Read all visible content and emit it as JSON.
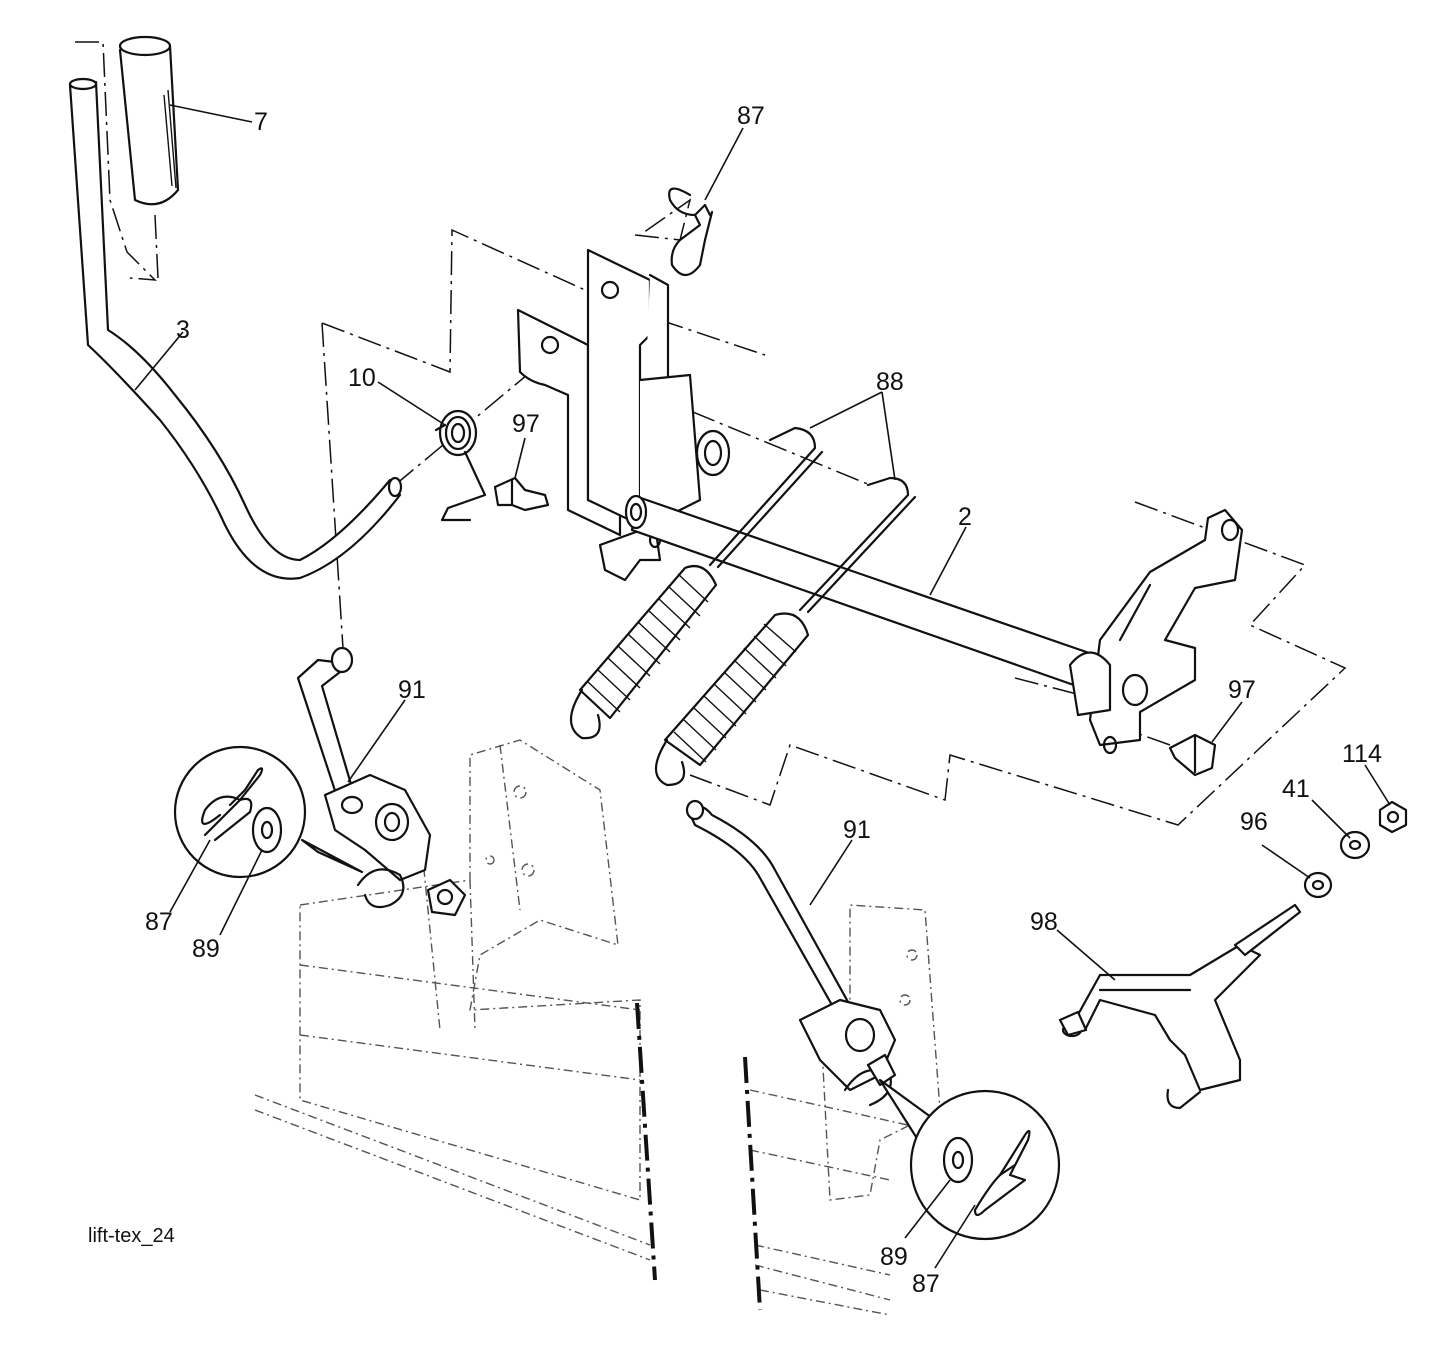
{
  "diagram": {
    "figure_id": "lift-tex_24",
    "callouts": [
      {
        "id": "c-7",
        "text": "7"
      },
      {
        "id": "c-87a",
        "text": "87"
      },
      {
        "id": "c-3",
        "text": "3"
      },
      {
        "id": "c-10",
        "text": "10"
      },
      {
        "id": "c-97a",
        "text": "97"
      },
      {
        "id": "c-88",
        "text": "88"
      },
      {
        "id": "c-2",
        "text": "2"
      },
      {
        "id": "c-91a",
        "text": "91"
      },
      {
        "id": "c-97b",
        "text": "97"
      },
      {
        "id": "c-114",
        "text": "114"
      },
      {
        "id": "c-41",
        "text": "41"
      },
      {
        "id": "c-96",
        "text": "96"
      },
      {
        "id": "c-91b",
        "text": "91"
      },
      {
        "id": "c-98",
        "text": "98"
      },
      {
        "id": "c-87b",
        "text": "87"
      },
      {
        "id": "c-89a",
        "text": "89"
      },
      {
        "id": "c-89b",
        "text": "89"
      },
      {
        "id": "c-87c",
        "text": "87"
      }
    ]
  }
}
